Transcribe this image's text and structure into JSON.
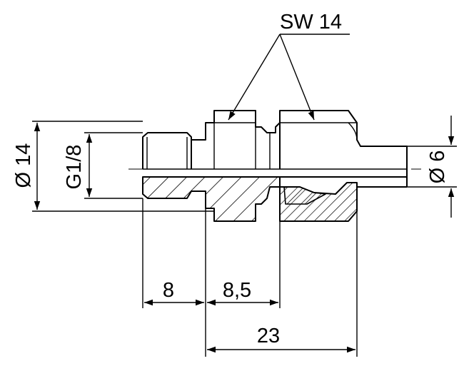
{
  "drawing": {
    "callout_label": "SW 14",
    "dim_outer_diameter": "Ø 14",
    "dim_thread": "G1/8",
    "dim_tube_diameter": "Ø 6",
    "dim_thread_length": "8",
    "dim_body_length": "8,5",
    "dim_total_length": "23"
  }
}
